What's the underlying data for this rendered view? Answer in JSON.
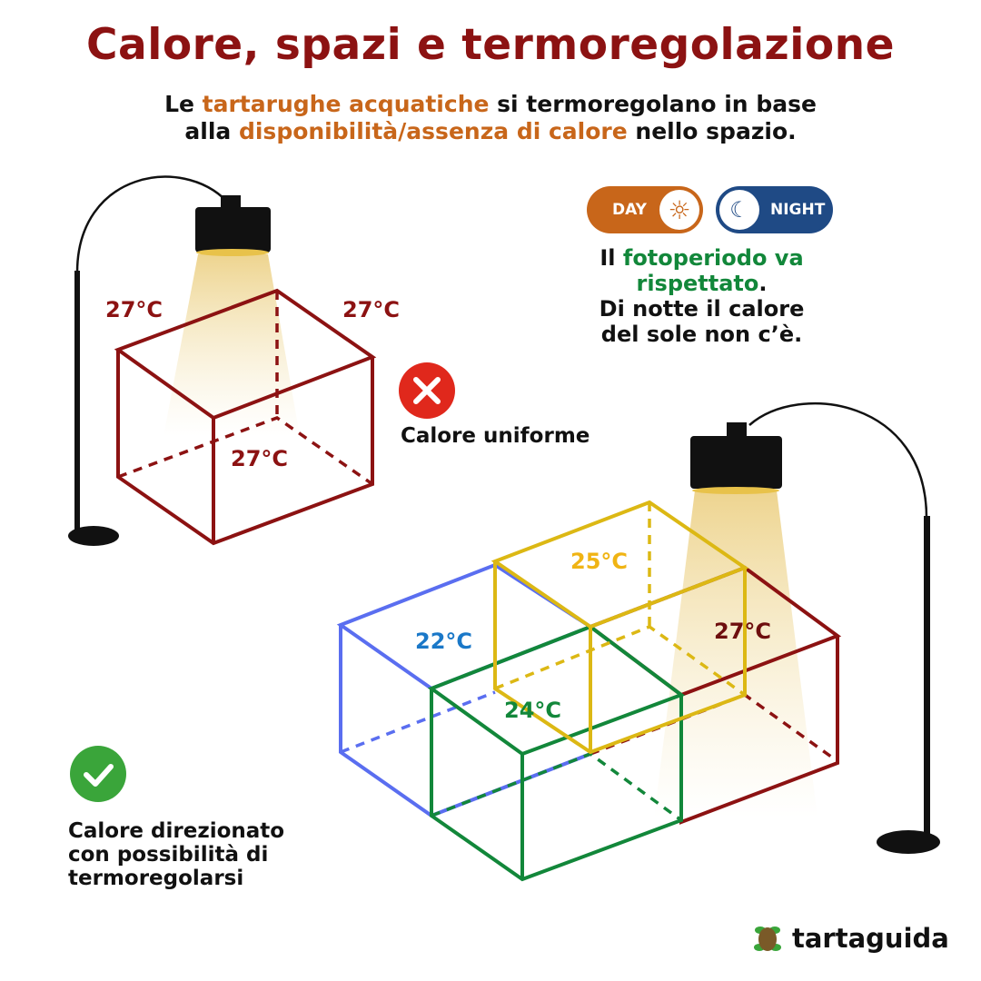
{
  "title": "Calore, spazi e termoregolazione",
  "subtitle": {
    "line1_pre": "Le ",
    "line1_hl": "tartarughe acquatiche",
    "line1_post": " si termoregolano in base",
    "line2_pre": "alla ",
    "line2_hl": "disponibilità/assenza di calore",
    "line2_post": " nello spazio."
  },
  "toggles": {
    "day_label": "DAY",
    "night_label": "NIGHT"
  },
  "photoperiod": {
    "pre": "Il ",
    "hl": "fotoperiodo va rispettato",
    "post": ".",
    "line2": "Di notte il calore del sole non c’è."
  },
  "uniform": {
    "temps": [
      "27°C",
      "27°C",
      "27°C"
    ],
    "caption": "Calore uniforme",
    "status_icon": "x-circle-icon"
  },
  "directed": {
    "temps": {
      "blue": "22°C",
      "green": "24°C",
      "yellow": "25°C",
      "red": "27°C"
    },
    "caption": "Calore direzionato con possibilità di termoregolarsi",
    "status_icon": "check-circle-icon"
  },
  "colors": {
    "title": "#8c1212",
    "accent": "#c8661a",
    "green": "#12873a",
    "blue": "#5a6ef0",
    "yellow": "#dcb814",
    "red": "#8c1212",
    "night": "#1f4a85"
  },
  "brand": "tartaguida"
}
